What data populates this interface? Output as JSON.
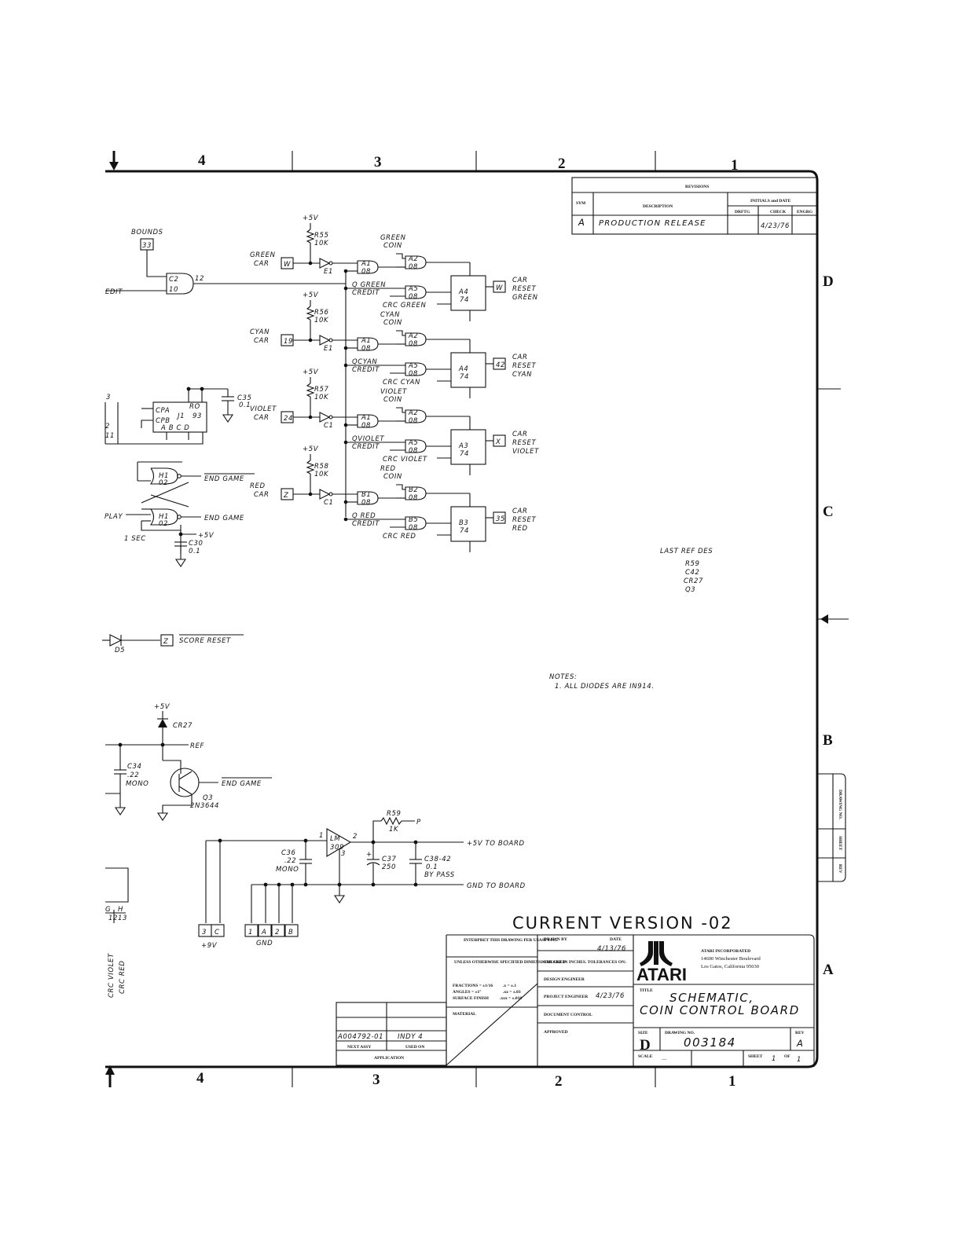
{
  "zones": {
    "top": [
      "4",
      "3",
      "2",
      "1"
    ],
    "bottom": [
      "4",
      "3",
      "2",
      "1"
    ],
    "right": [
      "D",
      "C",
      "B",
      "A"
    ]
  },
  "revisions": {
    "header": "REVISIONS",
    "sym_label": "SYM",
    "description_label": "DESCRIPTION",
    "initials_label": "INITIALS and DATE",
    "drftg_label": "DRFTG",
    "check_label": "CHECK",
    "engrg_label": "ENGRG",
    "rows": [
      {
        "sym": "A",
        "description": "PRODUCTION  RELEASE",
        "check_date": "4/23/76"
      }
    ]
  },
  "schematic": {
    "supply": [
      "+5V",
      "+5V",
      "+5V",
      "+5V"
    ],
    "resistors": [
      {
        "ref": "R55",
        "value": "10K"
      },
      {
        "ref": "R56",
        "value": "10K"
      },
      {
        "ref": "R57",
        "value": "10K"
      },
      {
        "ref": "R58",
        "value": "10K"
      }
    ],
    "bounds": {
      "label": "BOUNDS",
      "pin": "33"
    },
    "credit_gate": {
      "ref": "C2",
      "sub": "10",
      "out": "12"
    },
    "credit_frag": "EDIT",
    "channels": [
      {
        "input_label": "GREEN",
        "input_label2": "CAR",
        "pin": "W",
        "inv": "E1",
        "coin_label": "GREEN",
        "coin_label2": "COIN",
        "credit_label": "Q GREEN",
        "credit_label2": "CREDIT",
        "crc_label": "CRC  GREEN",
        "ff": "A4",
        "ff_type": "74",
        "out_pin": "W",
        "out_label": "CAR",
        "out_label2": "RESET",
        "out_label3": "GREEN",
        "g1": "A1",
        "g2": "A2",
        "g3": "A5",
        "g_sub": "08"
      },
      {
        "input_label": "CYAN",
        "input_label2": "CAR",
        "pin": "19",
        "inv": "E1",
        "coin_label": "CYAN",
        "coin_label2": "COIN",
        "credit_label": "QCYAN",
        "credit_label2": "CREDIT",
        "crc_label": "CRC  CYAN",
        "ff": "A4",
        "ff_type": "74",
        "out_pin": "42",
        "out_label": "CAR",
        "out_label2": "RESET",
        "out_label3": "CYAN",
        "g1": "A1",
        "g2": "A2",
        "g3": "A5",
        "g_sub": "08"
      },
      {
        "input_label": "VIOLET",
        "input_label2": "CAR",
        "pin": "24",
        "inv": "C1",
        "coin_label": "VIOLET",
        "coin_label2": "COIN",
        "credit_label": "QVIOLET",
        "credit_label2": "CREDIT",
        "crc_label": "CRC  VIOLET",
        "ff": "A3",
        "ff_type": "74",
        "out_pin": "X",
        "out_label": "CAR",
        "out_label2": "RESET",
        "out_label3": "VIOLET",
        "g1": "A1",
        "g2": "A2",
        "g3": "A5",
        "g_sub": "08"
      },
      {
        "input_label": "RED",
        "input_label2": "CAR",
        "pin": "Z",
        "inv": "C1",
        "coin_label": "RED",
        "coin_label2": "COIN",
        "credit_label": "Q RED",
        "credit_label2": "CREDIT",
        "crc_label": "CRC  RED",
        "ff": "B3",
        "ff_type": "74",
        "out_pin": "35",
        "out_label": "CAR",
        "out_label2": "RESET",
        "out_label3": "RED",
        "g1": "B1",
        "g2": "B2",
        "g3": "B5",
        "g_sub": "08"
      }
    ],
    "counter": {
      "ref": "J1",
      "type": "93",
      "pa": "CPA",
      "pb": "CPB",
      "ro": "RO",
      "outs": "A  B  C  D"
    },
    "cap_c35": {
      "ref": "C35",
      "value": "0.1"
    },
    "cap_c30": {
      "ref": "C30",
      "value": "0.1"
    },
    "end_game": "END GAME",
    "end_game2": "END GAME",
    "play": "PLAY",
    "one_sec": "1 SEC",
    "h1": "H1",
    "h1_sub": "02",
    "plus5_c30": "+5V",
    "score_reset": {
      "diode": "D5",
      "pin": "Z",
      "label": "SCORE  RESET"
    },
    "ref_section": {
      "supply": "+5V",
      "diode": "CR27",
      "ref_label": "REF",
      "cap": "C34",
      "cap_value": ".22",
      "cap_type": "MONO",
      "transistor": "Q3",
      "transistor_type": "2N3644",
      "end_game": "END GAME"
    },
    "regulator": {
      "ic": "LM",
      "ic_type": "309",
      "pin2": "2",
      "pin3": "3",
      "pin1": "1",
      "r59": "R59",
      "r59_value": "1K",
      "p_label": "P",
      "c36": "C36",
      "c36_value": ".22",
      "c36_type": "MONO",
      "c37": "C37",
      "c37_value": "250",
      "c38": "C38-42",
      "c38_value": "0.1",
      "c38_type": "BY PASS",
      "out5v": "+5V  TO  BOARD",
      "gnd_out": "GND  TO  BOARD"
    },
    "connector_9v": {
      "pins": [
        "3",
        "C"
      ],
      "label": "+9V"
    },
    "connector_gnd": {
      "pins": [
        "1",
        "A",
        "2",
        "B"
      ],
      "label": "GND"
    },
    "left_frag": {
      "g": "G",
      "h": "H",
      "p12": "12",
      "p13": "13",
      "crc_violet": "CRC  VIOLET",
      "crc_red": "CRC  RED"
    }
  },
  "last_ref_des": {
    "label": "LAST  REF  DES",
    "items": [
      "R59",
      "C42",
      "CR27",
      "Q3"
    ]
  },
  "notes": {
    "label": "NOTES:",
    "items": [
      "1. ALL   DIODES  ARE  IN914."
    ]
  },
  "current_version": "CURRENT  VERSION -02",
  "title_block": {
    "interpret": "INTERPRET THIS DRAWING PER USASI Y14.5",
    "unless": "UNLESS OTHERWISE SPECIFIED DIMENSIONS ARE IN INCHES. TOLERANCES ON:",
    "fractions": "FRACTIONS = ±1/16",
    "angles": "ANGLES = ±1°",
    "surface": "SURFACE FINISH",
    "tol1": ".x = ±.1",
    "tol2": ".xx = ±.03",
    "tol3": ".xxx = ±.010",
    "material": "MATERIAL",
    "drawn_by": "DRAWN BY",
    "date": "DATE",
    "drawn_date": "4/13/76",
    "checked": "CHECKED",
    "design_engineer": "DESIGN ENGINEER",
    "project_engineer": "PROJECT ENGINEER",
    "project_date": "4/23/76",
    "document_control": "DOCUMENT CONTROL",
    "approved": "APPROVED",
    "company": "ATARI INCORPORATED",
    "address1": "14600 Winchester Boulevard",
    "address2": "Los Gatos, California 95030",
    "logo": "ATARI",
    "title_label": "TITLE",
    "title1": "SCHEMATIC,",
    "title2": "COIN  CONTROL  BOARD",
    "size_label": "SIZE",
    "size": "D",
    "drawing_no_label": "DRAWING NO.",
    "drawing_no": "003184",
    "rev_label": "REV",
    "rev": "A",
    "scale_label": "SCALE",
    "scale": "—",
    "sheet_label": "SHEET",
    "sheet": "1",
    "of_label": "OF",
    "of": "1",
    "next_assy_value": "A004792-01",
    "used_on_value": "INDY 4",
    "next_assy": "NEXT ASSY",
    "used_on": "USED ON",
    "application": "APPLICATION"
  },
  "side_tab": {
    "drawing_no": "DRAWING NO.",
    "sheet": "SHEET",
    "rev": "REV"
  }
}
